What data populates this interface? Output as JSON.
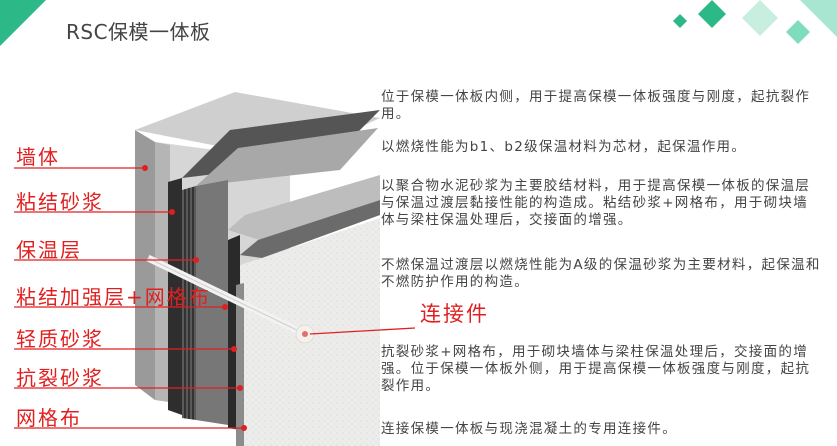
{
  "title": "RSC保模一体板",
  "layers": [
    {
      "id": "wall",
      "label": "墙体"
    },
    {
      "id": "bond-mortar",
      "label": "粘结砂浆"
    },
    {
      "id": "insulation",
      "label": "保温层"
    },
    {
      "id": "reinforce",
      "label": "粘结加强层+网格布"
    },
    {
      "id": "light-mortar",
      "label": "轻质砂浆"
    },
    {
      "id": "crack-mortar",
      "label": "抗裂砂浆"
    },
    {
      "id": "mesh",
      "label": "网格布"
    }
  ],
  "connector_label": "连接件",
  "descriptions": [
    "位于保模一体板内侧，用于提高保模一体板强度与刚度，起抗裂作用。",
    "以燃烧性能为b1、b2级保温材料为芯材，起保温作用。",
    "以聚合物水泥砂浆为主要胶结材料，用于提高保模一体板的保温层与保温过渡层黏接性能的构造成。粘结砂浆+网格布，用于砌块墙体与梁柱保温处理后，交接面的增强。",
    "不燃保温过渡层以燃烧性能为A级的保温砂浆为主要材料，起保温和不燃防护作用的构造。",
    "抗裂砂浆+网格布，用于砌块墙体与梁柱保温处理后，交接面的增强。位于保模一体板外侧，用于提高保模一体板强度与刚度，起抗裂作用。",
    "连接保模一体板与现浇混凝土的专用连接件。"
  ],
  "colors": {
    "accent_green": "#2db888",
    "label_red": "#e02020",
    "text_gray": "#444444"
  }
}
